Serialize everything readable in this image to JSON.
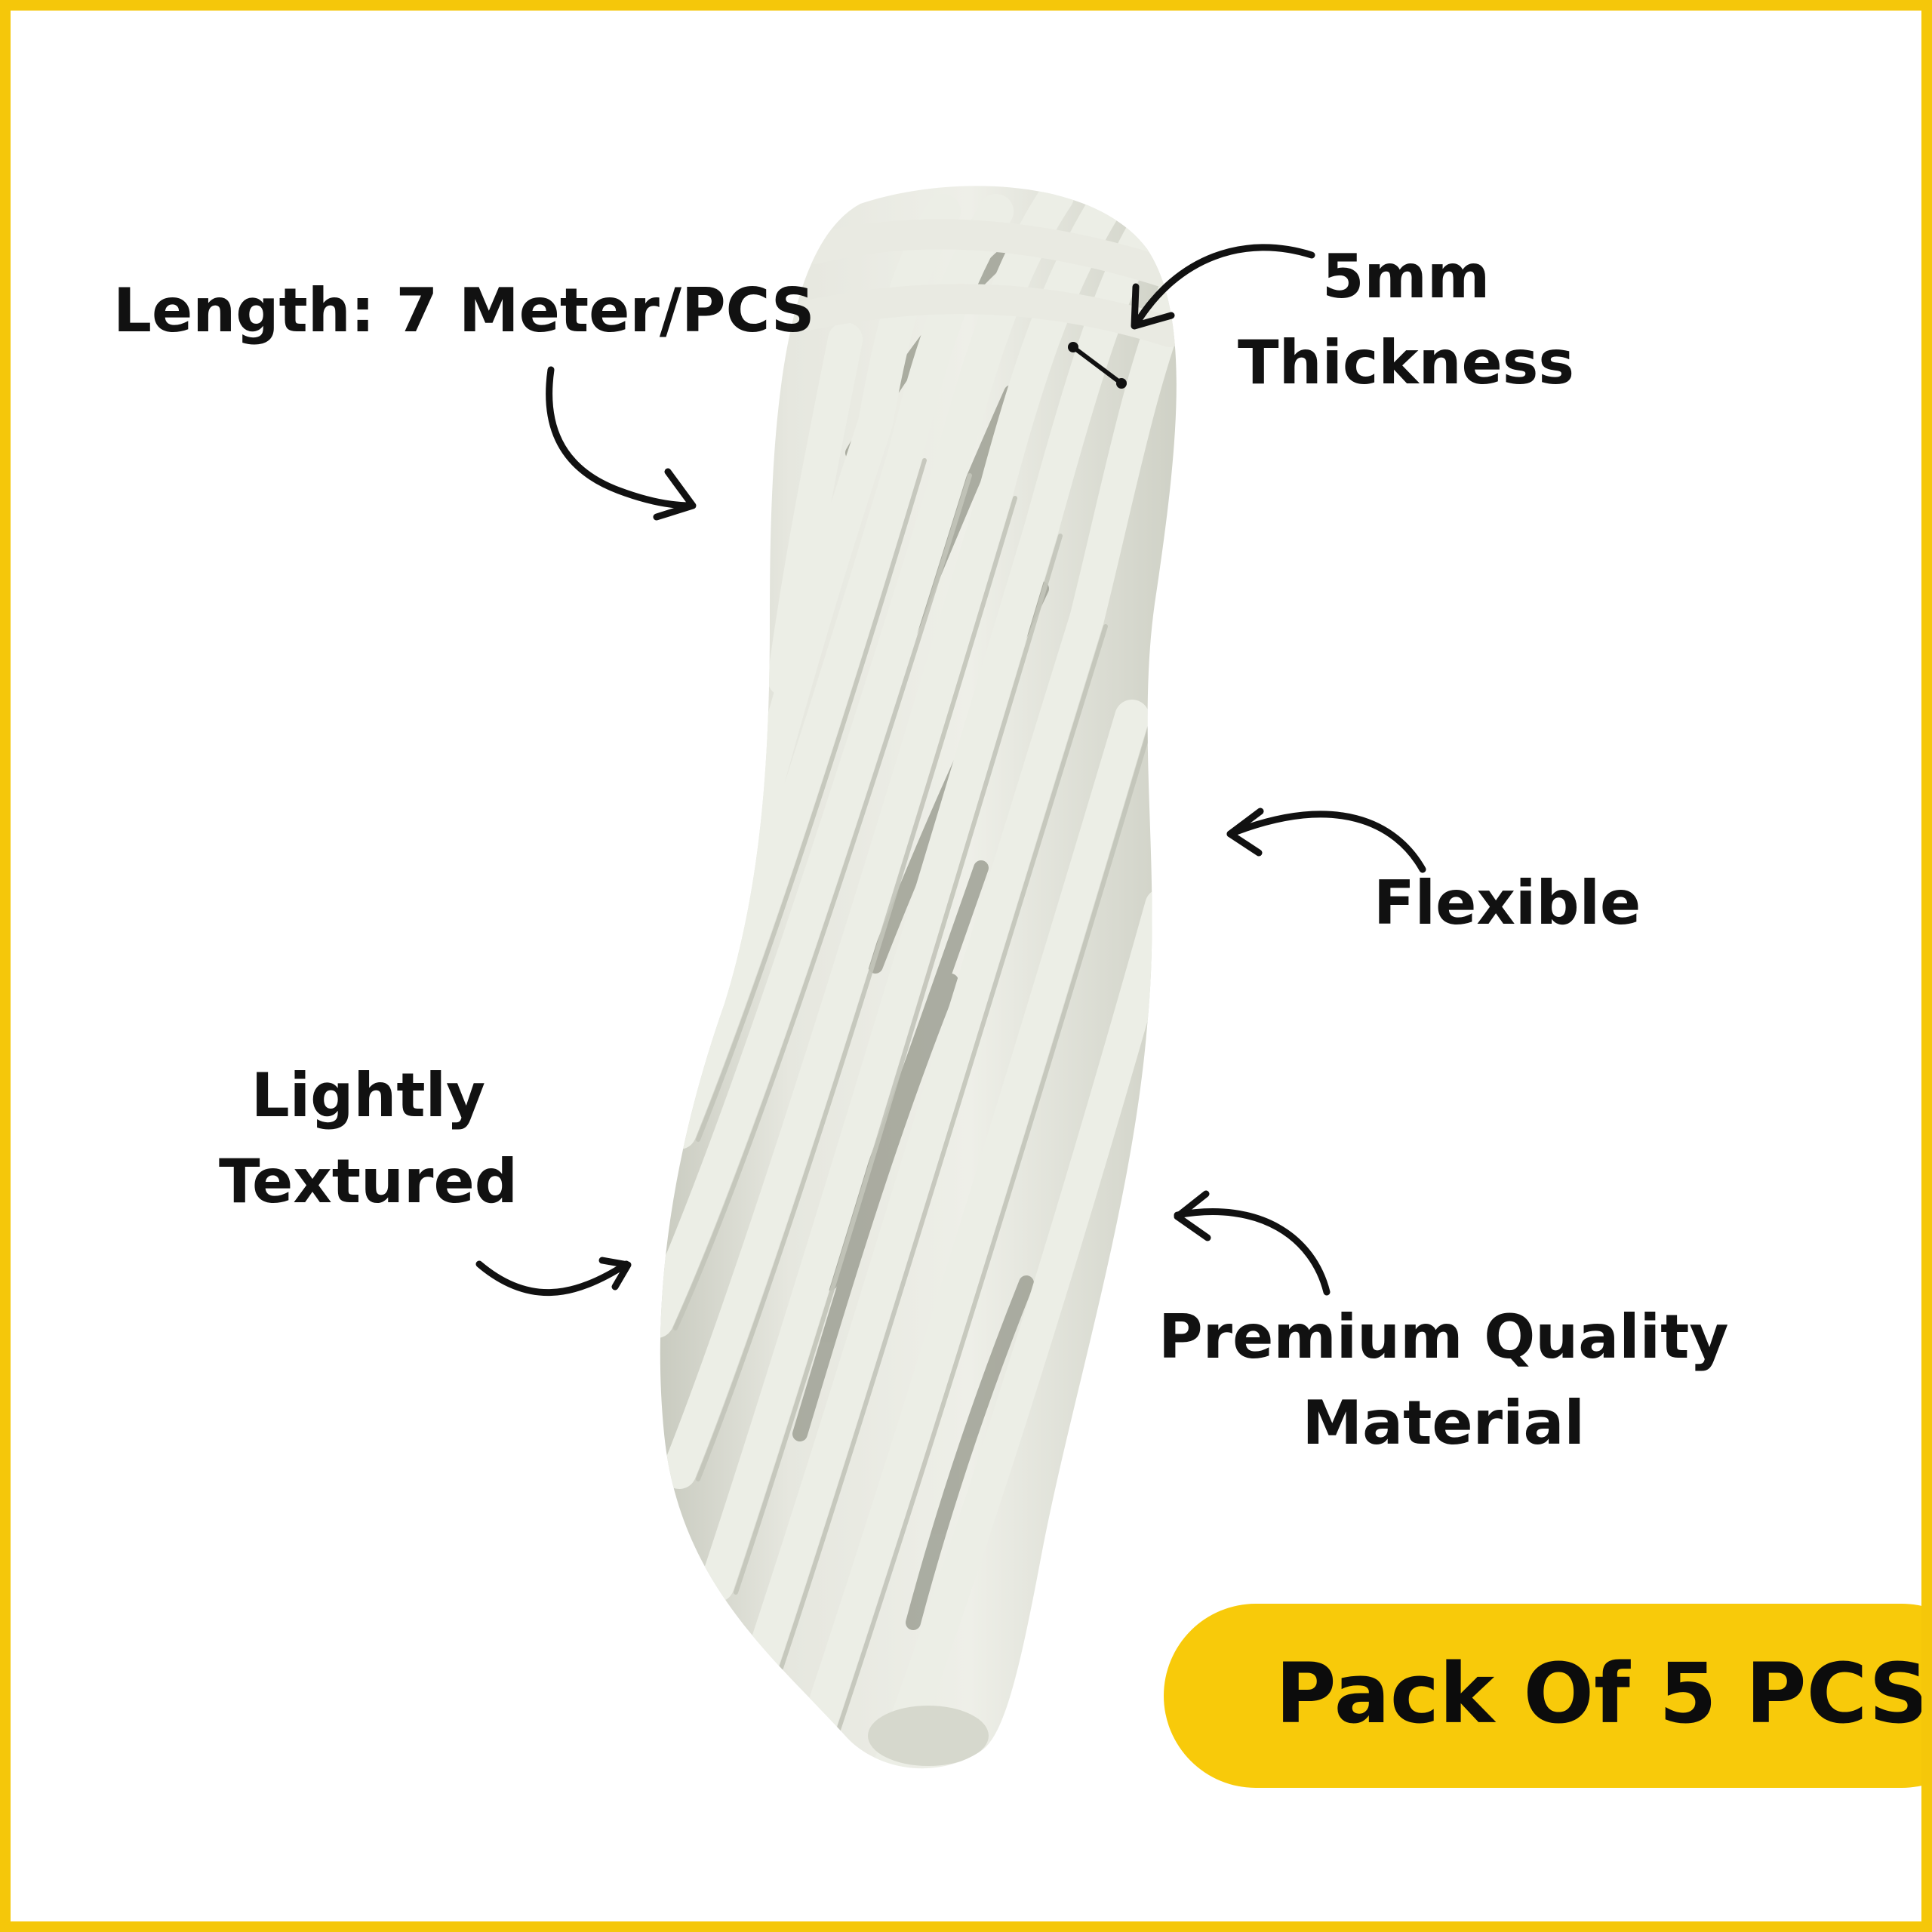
{
  "labels": {
    "length": "Length: 7 Meter/PCS",
    "thickness_line1": "5mm",
    "thickness_line2": "Thickness",
    "flexible": "Flexible",
    "textured_line1": "Lightly",
    "textured_line2": "Textured",
    "premium_line1": "Premium Quality",
    "premium_line2": "Material"
  },
  "badge": {
    "text": "Pack Of 5 PCS"
  },
  "colors": {
    "frame": "#f5c70a",
    "badge": "#f8ca0a",
    "text": "#111111",
    "rope": "#e4e5dc",
    "rope_shadow": "#b9bbaf"
  },
  "icons": [
    "arrow-icon",
    "rope-coil-product-image",
    "thickness-measure-icon"
  ]
}
